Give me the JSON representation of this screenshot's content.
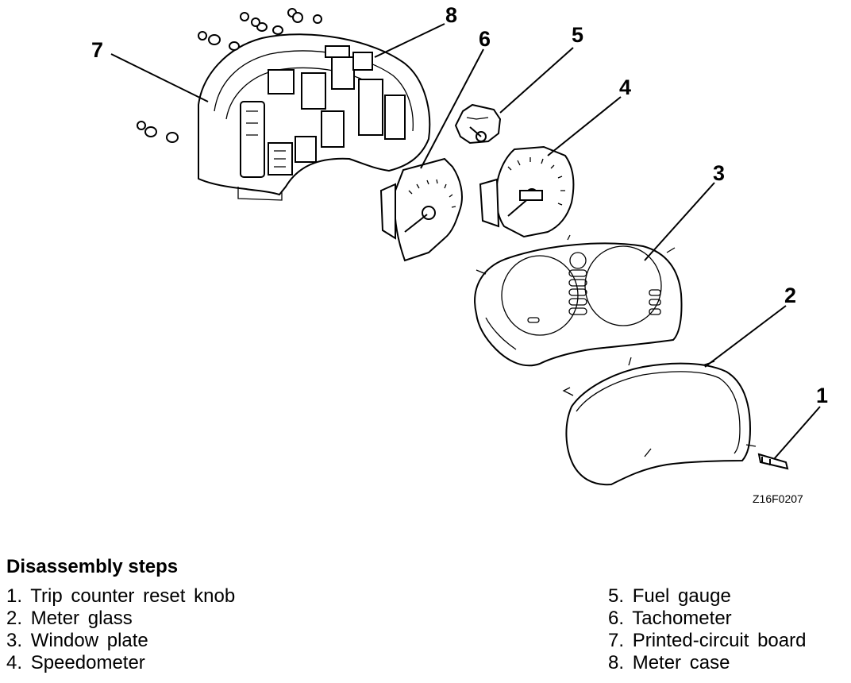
{
  "diagram": {
    "callouts": [
      "1",
      "2",
      "3",
      "4",
      "5",
      "6",
      "7",
      "8"
    ],
    "figure_code": "Z16F0207"
  },
  "steps": {
    "heading": "Disassembly steps",
    "items": [
      {
        "num": "1",
        "label": "Trip counter reset knob"
      },
      {
        "num": "2",
        "label": "Meter glass"
      },
      {
        "num": "3",
        "label": "Window plate"
      },
      {
        "num": "4",
        "label": "Speedometer"
      },
      {
        "num": "5",
        "label": "Fuel gauge"
      },
      {
        "num": "6",
        "label": "Tachometer"
      },
      {
        "num": "7",
        "label": "Printed-circuit board"
      },
      {
        "num": "8",
        "label": "Meter case"
      }
    ]
  }
}
